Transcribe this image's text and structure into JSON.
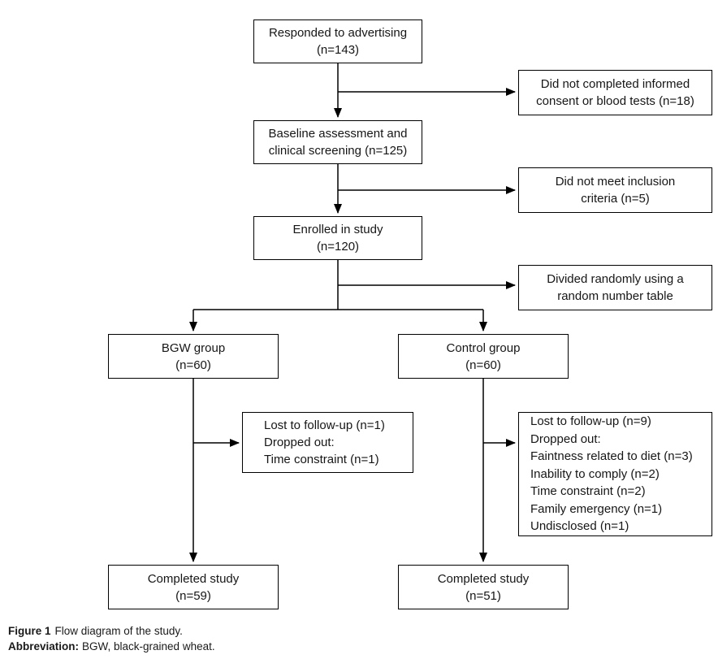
{
  "figure": {
    "boxes": {
      "responded": {
        "lines": [
          "Responded to advertising",
          "(n=143)"
        ]
      },
      "no_consent": {
        "lines": [
          "Did not completed informed",
          "consent or blood tests (n=18)"
        ]
      },
      "baseline": {
        "lines": [
          "Baseline assessment and",
          "clinical screening (n=125)"
        ]
      },
      "no_inclusion": {
        "lines": [
          "Did not meet inclusion",
          "criteria (n=5)"
        ]
      },
      "enrolled": {
        "lines": [
          "Enrolled in study",
          "(n=120)"
        ]
      },
      "randomized": {
        "lines": [
          "Divided randomly using a",
          "random number table"
        ]
      },
      "bgw_group": {
        "lines": [
          "BGW group",
          "(n=60)"
        ]
      },
      "control_group": {
        "lines": [
          "Control group",
          "(n=60)"
        ]
      },
      "bgw_dropout": {
        "lines": [
          "Lost to follow-up (n=1)",
          "Dropped out:",
          "Time constraint (n=1)"
        ]
      },
      "control_dropout": {
        "lines": [
          "Lost to follow-up (n=9)",
          "Dropped out:",
          "Faintness related to diet (n=3)",
          "Inability to comply (n=2)",
          "Time constraint (n=2)",
          "Family emergency (n=1)",
          "Undisclosed (n=1)"
        ]
      },
      "completed_bgw": {
        "lines": [
          "Completed study",
          "(n=59)"
        ]
      },
      "completed_control": {
        "lines": [
          "Completed study",
          "(n=51)"
        ]
      }
    },
    "caption": {
      "figure_label": "Figure 1",
      "figure_text": "Flow diagram of the study.",
      "abbreviation_label": "Abbreviation:",
      "abbreviation_text": "BGW, black-grained wheat."
    },
    "colors": {
      "line": "#000000",
      "background": "#ffffff",
      "text": "#161616"
    }
  }
}
